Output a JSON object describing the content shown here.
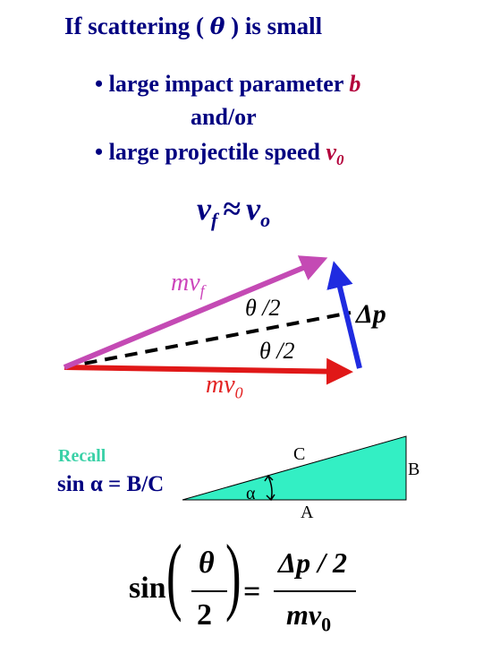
{
  "title": {
    "pre": "If scattering (",
    "symbol": "θ",
    "post": ") is small"
  },
  "bullets": {
    "b1_text": "• large impact parameter ",
    "b1_var": "b",
    "connector": "and/or",
    "b3_text": "• large projectile speed ",
    "b3_var": "v",
    "b3_sub": "0"
  },
  "approx": {
    "lhs": "v",
    "lhs_sub": "f",
    "op": "≈",
    "rhs": "v",
    "rhs_sub": "o"
  },
  "vectors": {
    "mvf": "mv",
    "mvf_sub": "f",
    "mv0": "mv",
    "mv0_sub": "0",
    "half_angle": "θ /2",
    "dp": "Δp",
    "color_mvf": "#c44ab4",
    "color_mv0": "#e01818",
    "color_dp": "#1f2be0"
  },
  "recall": {
    "label": "Recall",
    "eq": "sin α = B/C"
  },
  "triangle": {
    "C": "C",
    "B": "B",
    "A": "A",
    "alpha": "α",
    "fill": "#33efc4"
  },
  "formula": {
    "sin": "sin",
    "lp": "(",
    "rp": ")",
    "theta": "θ",
    "two": "2",
    "eq": "=",
    "num": "Δp / 2",
    "den": "mv",
    "den_sub": "0"
  }
}
